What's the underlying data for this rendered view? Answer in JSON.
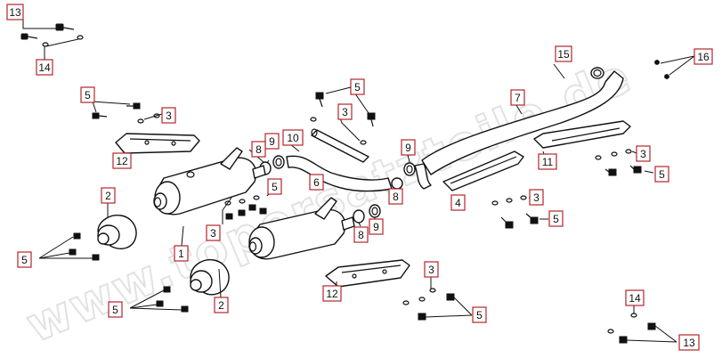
{
  "watermark": "www.topersatzteile.de",
  "labels": {
    "l13a": "13",
    "l14a": "14",
    "l15": "15",
    "l16": "16",
    "l5a": "5",
    "l3a": "3",
    "l12a": "12",
    "l5b": "5",
    "l3b": "3",
    "l10": "10",
    "l9a": "9",
    "l8a": "8",
    "l7": "7",
    "l6": "6",
    "l9b": "9",
    "l8b": "8",
    "l11": "11",
    "l3c": "3",
    "l5c": "5",
    "l4": "4",
    "l3d": "3",
    "l5d": "5",
    "l2a": "2",
    "l5e": "5",
    "l1": "1",
    "l3e": "3",
    "l5f": "5",
    "l8c": "8",
    "l9c": "9",
    "l2b": "2",
    "l5g": "5",
    "l12b": "12",
    "l3f": "3",
    "l5h": "5",
    "l14b": "14",
    "l13b": "13"
  }
}
